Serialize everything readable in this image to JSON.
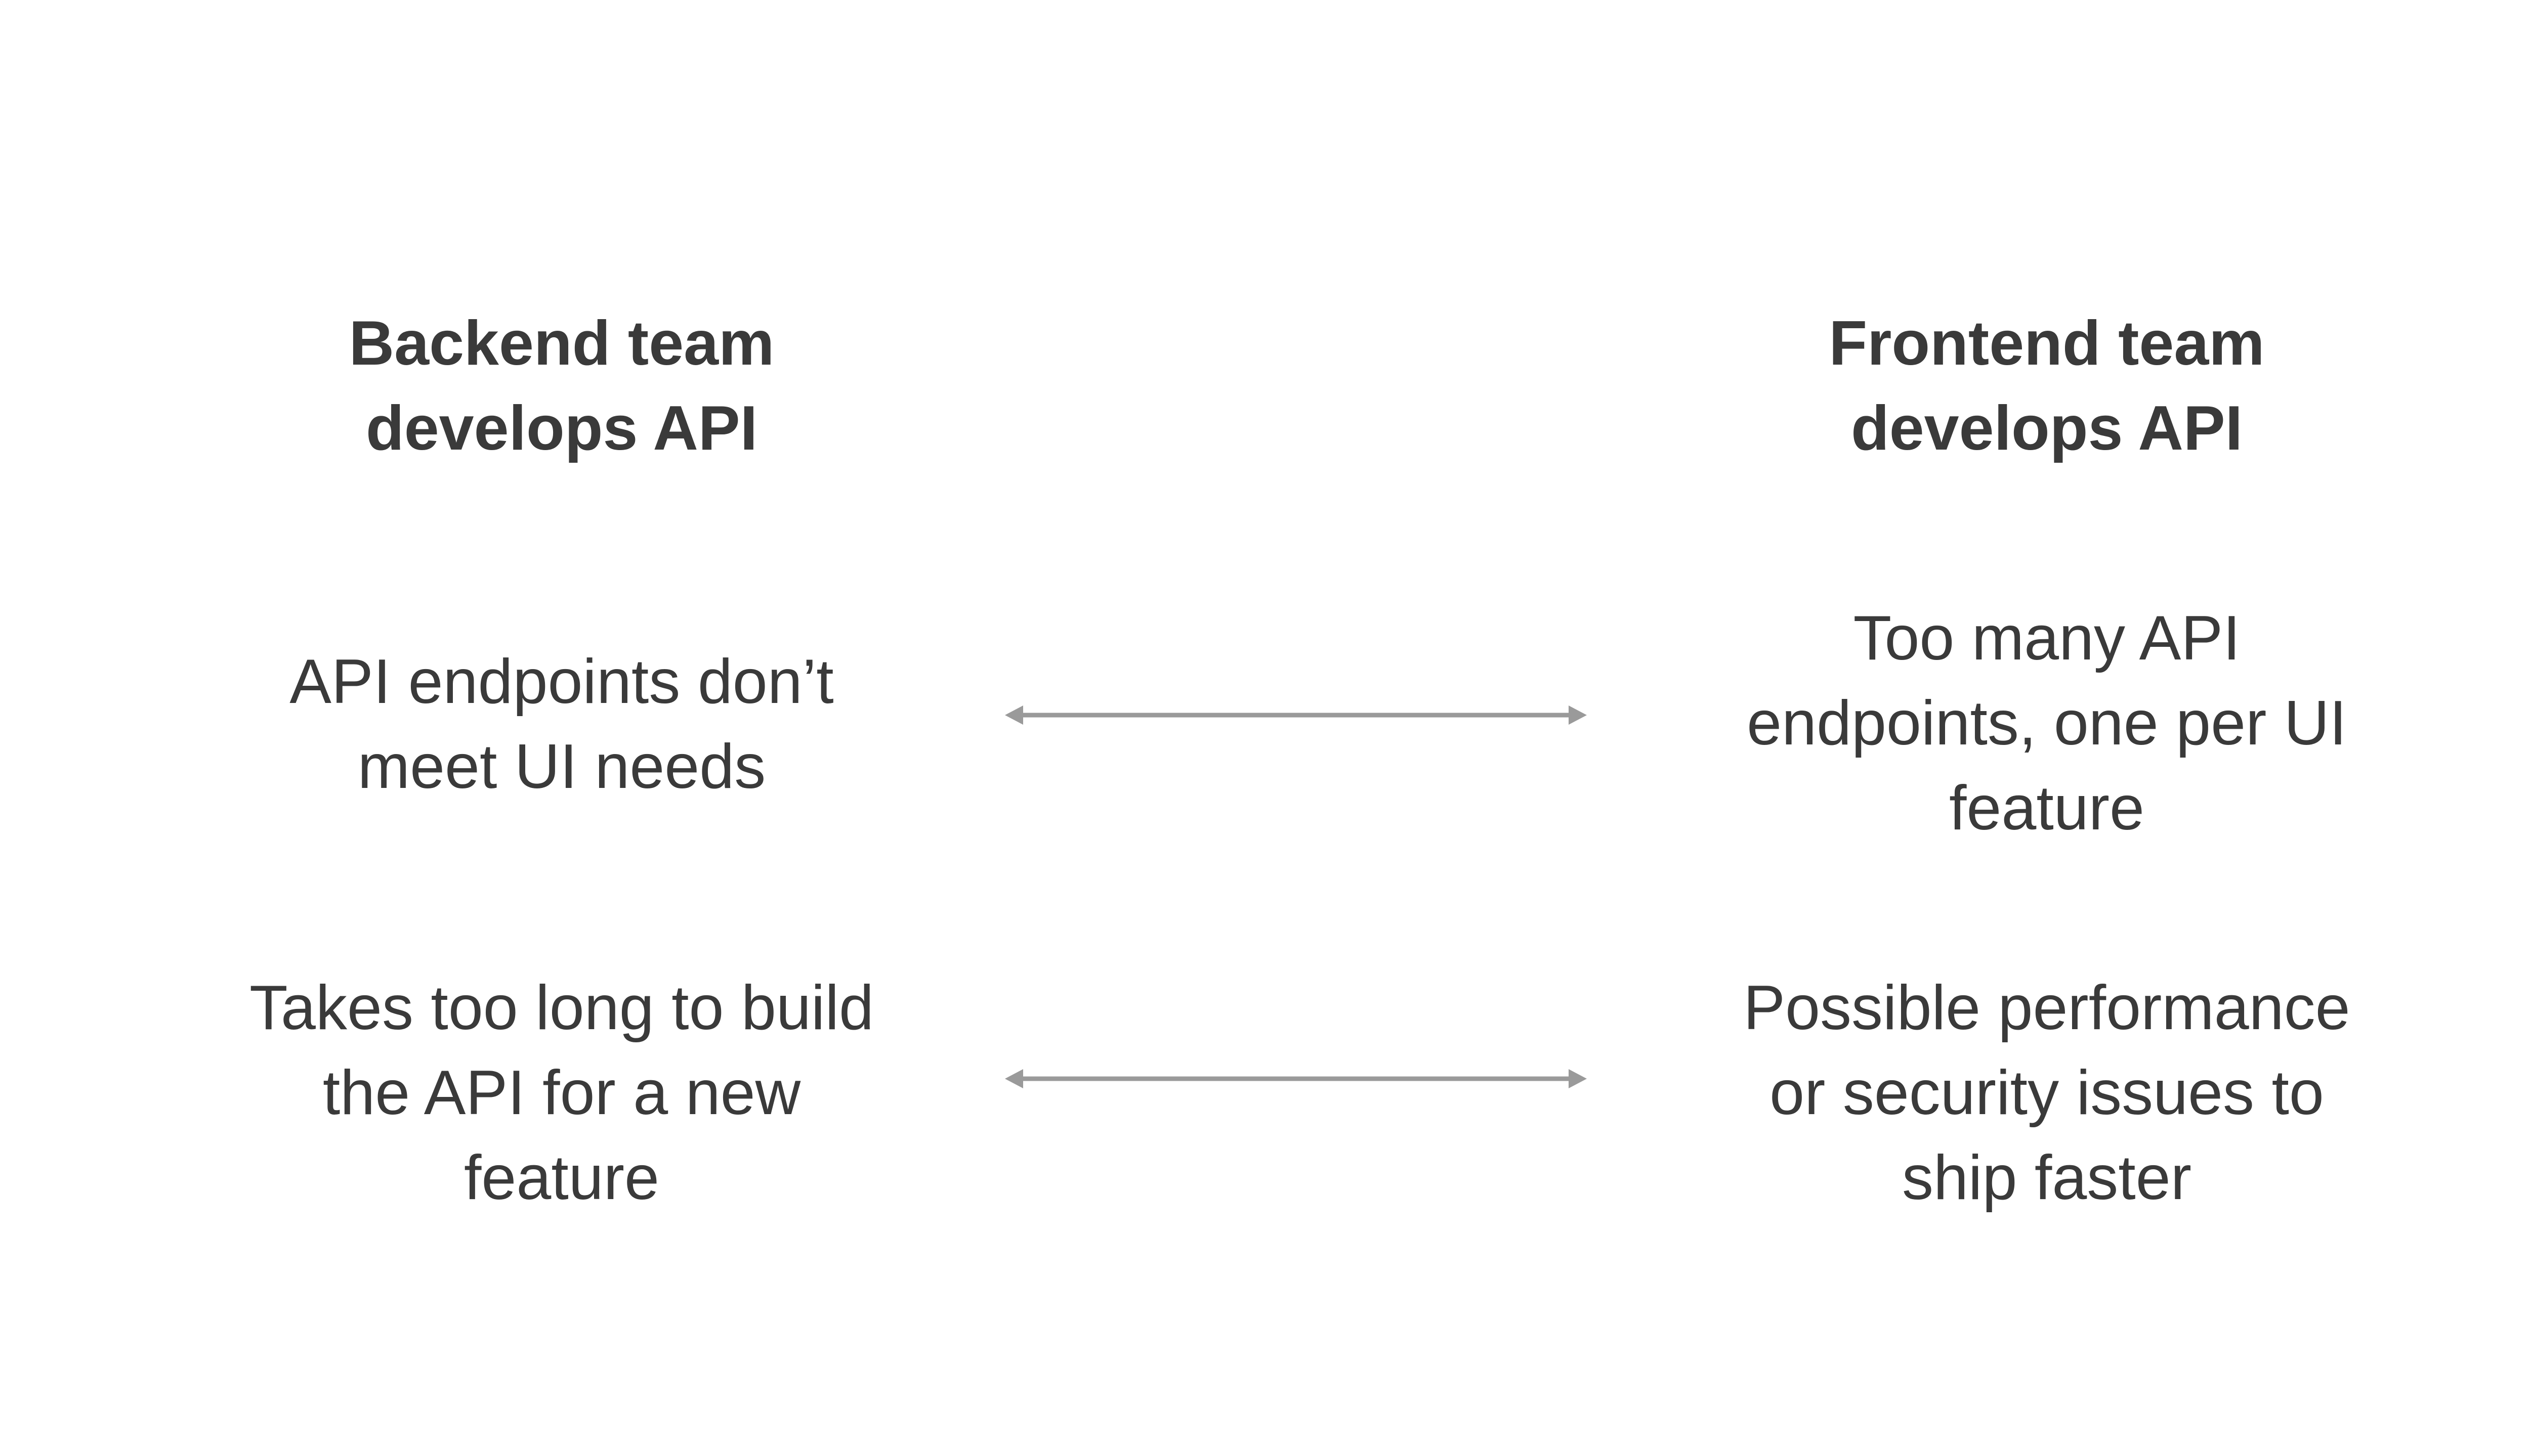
{
  "theme": {
    "background": "#ffffff",
    "text_color": "#3a3a3a",
    "arrow_color": "#9a9a9a"
  },
  "diagram": {
    "left_column": {
      "heading": "Backend team\ndevelops API",
      "pain_points": [
        "API endpoints don’t\nmeet UI needs",
        "Takes too long to build\nthe API for a new\nfeature"
      ]
    },
    "right_column": {
      "heading": "Frontend team\ndevelops API",
      "pain_points": [
        "Too many API\nendpoints, one per UI\nfeature",
        "Possible performance\nor security issues to\nship faster"
      ]
    },
    "connectors": [
      {
        "type": "double-headed-arrow",
        "row": 1
      },
      {
        "type": "double-headed-arrow",
        "row": 2
      }
    ]
  }
}
